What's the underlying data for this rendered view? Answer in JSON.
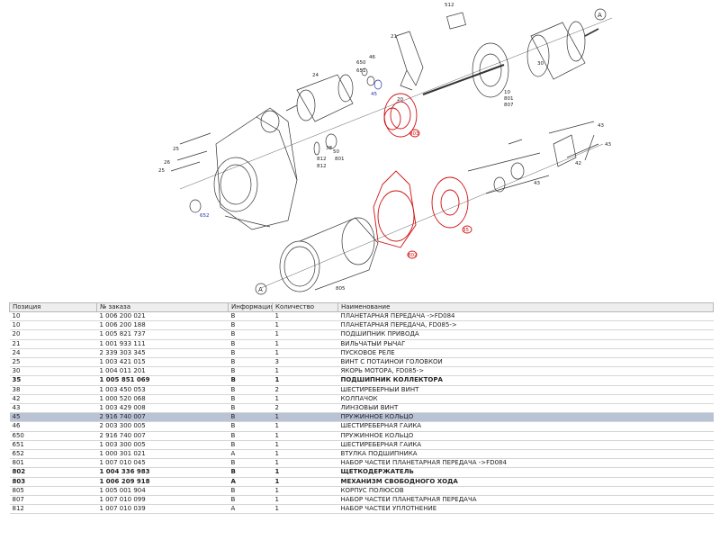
{
  "diagram": {
    "callouts": [
      {
        "text": "512"
      },
      {
        "text": "21"
      },
      {
        "text": "24"
      },
      {
        "text": "650"
      },
      {
        "text": "651"
      },
      {
        "text": "46"
      },
      {
        "text": "45"
      },
      {
        "text": "10"
      },
      {
        "text": "801"
      },
      {
        "text": "807"
      },
      {
        "text": "30"
      },
      {
        "text": "20"
      },
      {
        "text": "803"
      },
      {
        "text": "38"
      },
      {
        "text": "50"
      },
      {
        "text": "801"
      },
      {
        "text": "812"
      },
      {
        "text": "812"
      },
      {
        "text": "25"
      },
      {
        "text": "25"
      },
      {
        "text": "26"
      },
      {
        "text": "652"
      },
      {
        "text": "805"
      },
      {
        "text": "802"
      },
      {
        "text": "35"
      },
      {
        "text": "43"
      },
      {
        "text": "43"
      },
      {
        "text": "42"
      },
      {
        "text": "43"
      },
      {
        "text": "A"
      },
      {
        "text": "A"
      }
    ]
  },
  "table": {
    "headers": [
      "Позиция",
      "№ заказа",
      "Информация",
      "Количество",
      "Наименование"
    ],
    "rows": [
      {
        "pos": "10",
        "order": "1 006 200 021",
        "info": "B",
        "qty": "1",
        "name": "ПЛАНЕТАРНАЯ ПЕРЕДАЧА   ->FD084",
        "bold": false,
        "selected": false
      },
      {
        "pos": "10",
        "order": "1 006 200 188",
        "info": "B",
        "qty": "1",
        "name": "ПЛАНЕТАРНАЯ ПЕРЕДАЧА,   FD085->",
        "bold": false,
        "selected": false
      },
      {
        "pos": "20",
        "order": "1 005 821 737",
        "info": "B",
        "qty": "1",
        "name": "ПОДШИПНИК ПРИВОДА",
        "bold": false,
        "selected": false
      },
      {
        "pos": "21",
        "order": "1 001 933 111",
        "info": "B",
        "qty": "1",
        "name": "ВИЛЬЧАТЫЙ РЫЧАГ",
        "bold": false,
        "selected": false
      },
      {
        "pos": "24",
        "order": "2 339 303 345",
        "info": "B",
        "qty": "1",
        "name": "ПУСКОВОЕ РЕЛЕ",
        "bold": false,
        "selected": false
      },
      {
        "pos": "25",
        "order": "1 003 421 015",
        "info": "B",
        "qty": "3",
        "name": "ВИНТ С ПОТАЙНОЙ ГОЛОВКОЙ",
        "bold": false,
        "selected": false
      },
      {
        "pos": "30",
        "order": "1 004 011 201",
        "info": "B",
        "qty": "1",
        "name": "ЯКОРЬ МОТОРА,   FD085->",
        "bold": false,
        "selected": false
      },
      {
        "pos": "35",
        "order": "1 005 851 069",
        "info": "B",
        "qty": "1",
        "name": "ПОДШИПНИК КОЛЛЕКТОРА",
        "bold": true,
        "selected": false
      },
      {
        "pos": "38",
        "order": "1 003 450 053",
        "info": "B",
        "qty": "2",
        "name": "ШЕСТИРЕБЕРНЫЙ ВИНТ",
        "bold": false,
        "selected": false
      },
      {
        "pos": "42",
        "order": "1 000 520 068",
        "info": "B",
        "qty": "1",
        "name": "КОЛПАЧОК",
        "bold": false,
        "selected": false
      },
      {
        "pos": "43",
        "order": "1 003 429 008",
        "info": "B",
        "qty": "2",
        "name": "ЛИНЗОВЫЙ ВИНТ",
        "bold": false,
        "selected": false
      },
      {
        "pos": "45",
        "order": "2 916 740 007",
        "info": "B",
        "qty": "1",
        "name": "ПРУЖИННОЕ КОЛЬЦО",
        "bold": false,
        "selected": true
      },
      {
        "pos": "46",
        "order": "2 003 300 005",
        "info": "B",
        "qty": "1",
        "name": "ШЕСТИРЕБЕРНАЯ ГАЙКА",
        "bold": false,
        "selected": false
      },
      {
        "pos": "650",
        "order": "2 916 740 007",
        "info": "B",
        "qty": "1",
        "name": "ПРУЖИННОЕ КОЛЬЦО",
        "bold": false,
        "selected": false
      },
      {
        "pos": "651",
        "order": "1 003 300 005",
        "info": "B",
        "qty": "1",
        "name": "ШЕСТИРЕБЕРНАЯ ГАЙКА",
        "bold": false,
        "selected": false
      },
      {
        "pos": "652",
        "order": "1 000 301 021",
        "info": "A",
        "qty": "1",
        "name": "ВТУЛКА ПОДШИПНИКА",
        "bold": false,
        "selected": false
      },
      {
        "pos": "801",
        "order": "1 007 010 045",
        "info": "B",
        "qty": "1",
        "name": "НАБОР ЧАСТЕЙ ПЛАНЕТАРНАЯ ПЕРЕДАЧА   ->FD084",
        "bold": false,
        "selected": false
      },
      {
        "pos": "802",
        "order": "1 004 336 983",
        "info": "B",
        "qty": "1",
        "name": "ЩЕТКОДЕРЖАТЕЛЬ",
        "bold": true,
        "selected": false
      },
      {
        "pos": "803",
        "order": "1 006 209 918",
        "info": "A",
        "qty": "1",
        "name": "МЕХАНИЗМ СВОБОДНОГО ХОДА",
        "bold": true,
        "selected": false
      },
      {
        "pos": "805",
        "order": "1 005 001 904",
        "info": "B",
        "qty": "1",
        "name": "КОРПУС ПОЛЮСОВ",
        "bold": false,
        "selected": false
      },
      {
        "pos": "807",
        "order": "1 007 010 099",
        "info": "B",
        "qty": "1",
        "name": "НАБОР ЧАСТЕЙ ПЛАНЕТАРНАЯ ПЕРЕДАЧА",
        "bold": false,
        "selected": false
      },
      {
        "pos": "812",
        "order": "1 007 010 039",
        "info": "A",
        "qty": "1",
        "name": "НАБОР ЧАСТЕЙ УПЛОТНЕНИЕ",
        "bold": false,
        "selected": false
      }
    ]
  },
  "colors": {
    "highlight": "#d01010",
    "selected_row": "#b9c3d6",
    "header_bg": "#eeeeee",
    "line": "#333333"
  }
}
